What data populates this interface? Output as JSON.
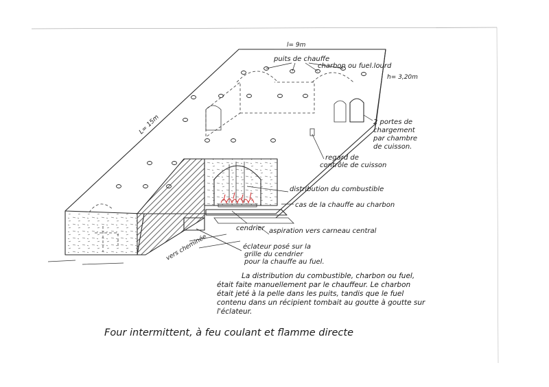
{
  "labels": {
    "dim_width": "l= 9m",
    "dim_length": "L= 15m",
    "dim_height": "h= 3,20m",
    "puits_line1": "puits de chauffe",
    "puits_line2": "charbon  ou  fuel.lourd",
    "portes_lines": [
      "2 portes de",
      "chargement",
      "par chambre",
      "de cuisson."
    ],
    "regard_lines": [
      "regard de",
      "contrôle de cuisson"
    ],
    "distribution": "distribution du combustible",
    "cas_chauffe": "cas de la chauffe au charbon",
    "cendrier": "cendrier",
    "aspiration": "aspiration vers carneau central",
    "cheminee": "vers cheminée",
    "eclateur_lines": [
      "éclateur posé sur la",
      "grille du cendrier",
      "pour la chauffe au fuel."
    ]
  },
  "description": [
    "La distribution du combustible, charbon ou fuel,",
    "était faite manuellement par le chauffeur. Le charbon",
    "était jeté à la pelle dans les puits, tandis que le fuel",
    "contenu dans un récipient tombait au goutte à goutte sur",
    "l'éclateur."
  ],
  "caption": "Four intermittent, à feu coulant et flamme directe",
  "colors": {
    "ink": "#1a1a1a",
    "flame": "#d12a2a",
    "hatch": "#3a3a3a"
  }
}
